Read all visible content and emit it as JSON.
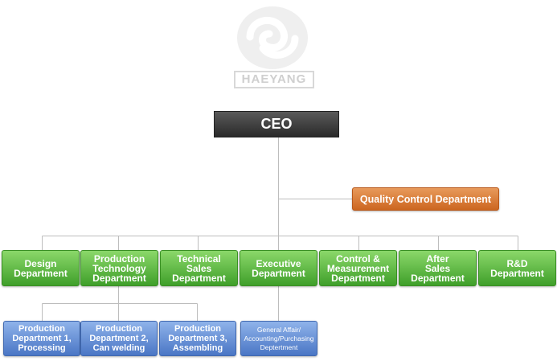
{
  "logo": {
    "text": "HAEYANG"
  },
  "ceo": {
    "label": "CEO"
  },
  "quality_control": {
    "label": "Quality Control Department"
  },
  "departments": [
    {
      "id": "design",
      "label": "Design\nDepartment"
    },
    {
      "id": "production-technology",
      "label": "Production\nTechnology\nDepartment"
    },
    {
      "id": "technical-sales",
      "label": "Technical\nSales\nDepartment"
    },
    {
      "id": "executive",
      "label": "Executive\nDepartment"
    },
    {
      "id": "control-measurement",
      "label": "Control &\nMeasurement\nDepartment"
    },
    {
      "id": "after-sales",
      "label": "After\nSales\nDepartment"
    },
    {
      "id": "rnd",
      "label": "R&D\nDepartment"
    }
  ],
  "production_subdepartments": [
    {
      "label": "Production\nDepartment 1,\nProcessing"
    },
    {
      "label": "Production\nDepartment 2,\nCan welding"
    },
    {
      "label": "Production\nDepartment 3,\nAssembling"
    }
  ],
  "executive_subdepartment": {
    "label": "General Affair/\nAccounting/Purchasing\nDeptertment"
  },
  "colors": {
    "ceo": "#3a3a3a",
    "quality_control": "#d9782f",
    "department": "#5cb83f",
    "subdepartment": "#5f8bd6",
    "connector": "#bdbdbd"
  }
}
